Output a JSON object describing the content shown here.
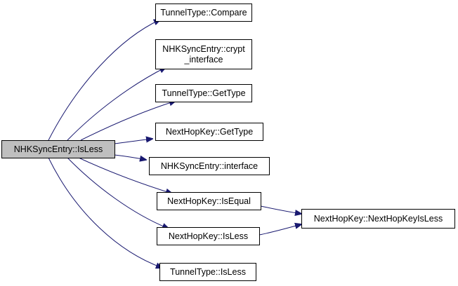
{
  "colors": {
    "root_fill": "#bfbfbf",
    "node_fill": "#ffffff",
    "node_border": "#000000",
    "edge": "#191970"
  },
  "nodes": [
    {
      "id": "root",
      "lines": [
        "NHKSyncEntry::IsLess"
      ],
      "root": true
    },
    {
      "id": "tt_compare",
      "lines": [
        "TunnelType::Compare"
      ]
    },
    {
      "id": "nhk_crypt",
      "lines": [
        "NHKSyncEntry::crypt",
        "_interface"
      ]
    },
    {
      "id": "tt_gettype",
      "lines": [
        "TunnelType::GetType"
      ]
    },
    {
      "id": "nhk_gettype",
      "lines": [
        "NextHopKey::GetType"
      ]
    },
    {
      "id": "nhk_interface",
      "lines": [
        "NHKSyncEntry::interface"
      ]
    },
    {
      "id": "nhk_isequal",
      "lines": [
        "NextHopKey::IsEqual"
      ]
    },
    {
      "id": "nhk_isless",
      "lines": [
        "NextHopKey::IsLess"
      ]
    },
    {
      "id": "tt_isless",
      "lines": [
        "TunnelType::IsLess"
      ]
    },
    {
      "id": "nhk_nhkisless",
      "lines": [
        "NextHopKey::NextHopKeyIsLess"
      ]
    }
  ],
  "edges": [
    {
      "from": "root",
      "to": "tt_compare"
    },
    {
      "from": "root",
      "to": "nhk_crypt"
    },
    {
      "from": "root",
      "to": "tt_gettype"
    },
    {
      "from": "root",
      "to": "nhk_gettype"
    },
    {
      "from": "root",
      "to": "nhk_interface"
    },
    {
      "from": "root",
      "to": "nhk_isequal"
    },
    {
      "from": "root",
      "to": "nhk_isless"
    },
    {
      "from": "root",
      "to": "tt_isless"
    },
    {
      "from": "nhk_isequal",
      "to": "nhk_nhkisless"
    },
    {
      "from": "nhk_isless",
      "to": "nhk_nhkisless"
    }
  ]
}
